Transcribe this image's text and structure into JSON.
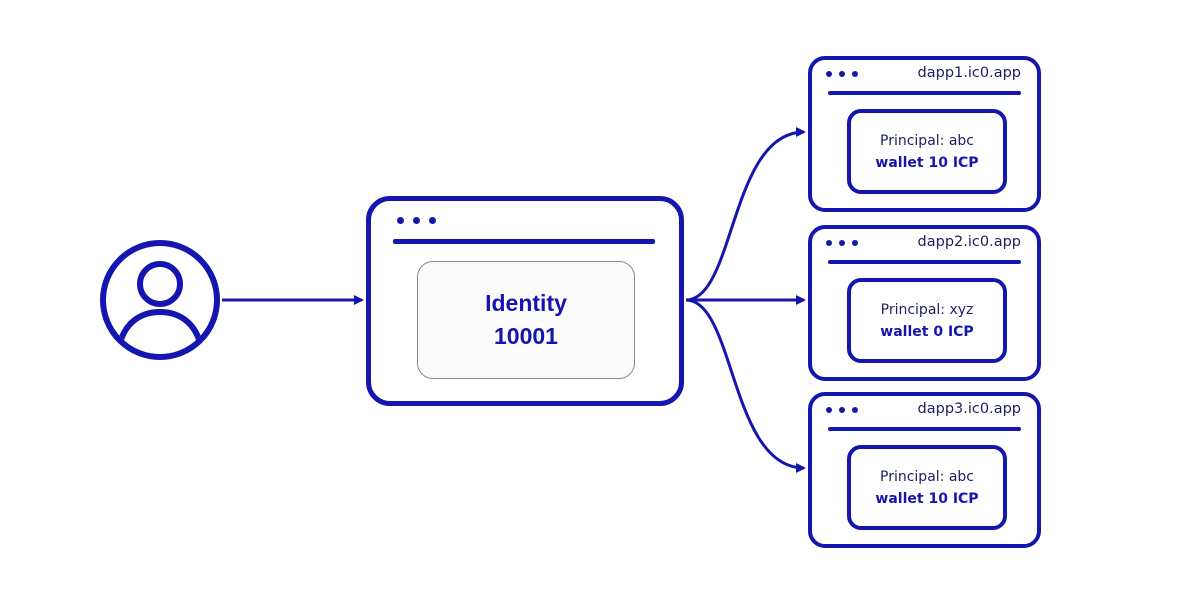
{
  "colors": {
    "accent": "#1515b0",
    "text_dark": "#1e1e60",
    "card_border": "#8a8a8a"
  },
  "user": {
    "icon": "user-avatar-icon"
  },
  "identity": {
    "title": "Identity",
    "number": "10001"
  },
  "dapps": [
    {
      "url": "dapp1.ic0.app",
      "principal": "Principal: abc",
      "wallet": "wallet 10 ICP"
    },
    {
      "url": "dapp2.ic0.app",
      "principal": "Principal: xyz",
      "wallet": "wallet 0 ICP"
    },
    {
      "url": "dapp3.ic0.app",
      "principal": "Principal: abc",
      "wallet": "wallet 10 ICP"
    }
  ]
}
